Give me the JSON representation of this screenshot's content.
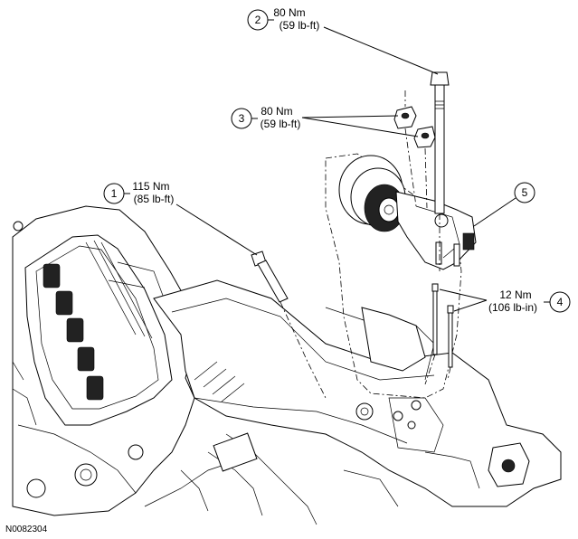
{
  "figure_code": "N0082304",
  "callouts": [
    {
      "number": "1",
      "line1": "115 Nm",
      "line2": "(85 lb-ft)"
    },
    {
      "number": "2",
      "line1": "80 Nm",
      "line2": "(59 lb-ft)"
    },
    {
      "number": "3",
      "line1": "80 Nm",
      "line2": "(59 lb-ft)"
    },
    {
      "number": "4",
      "line1": "12 Nm",
      "line2": "(106 lb-in)"
    },
    {
      "number": "5",
      "line1": "",
      "line2": ""
    }
  ]
}
